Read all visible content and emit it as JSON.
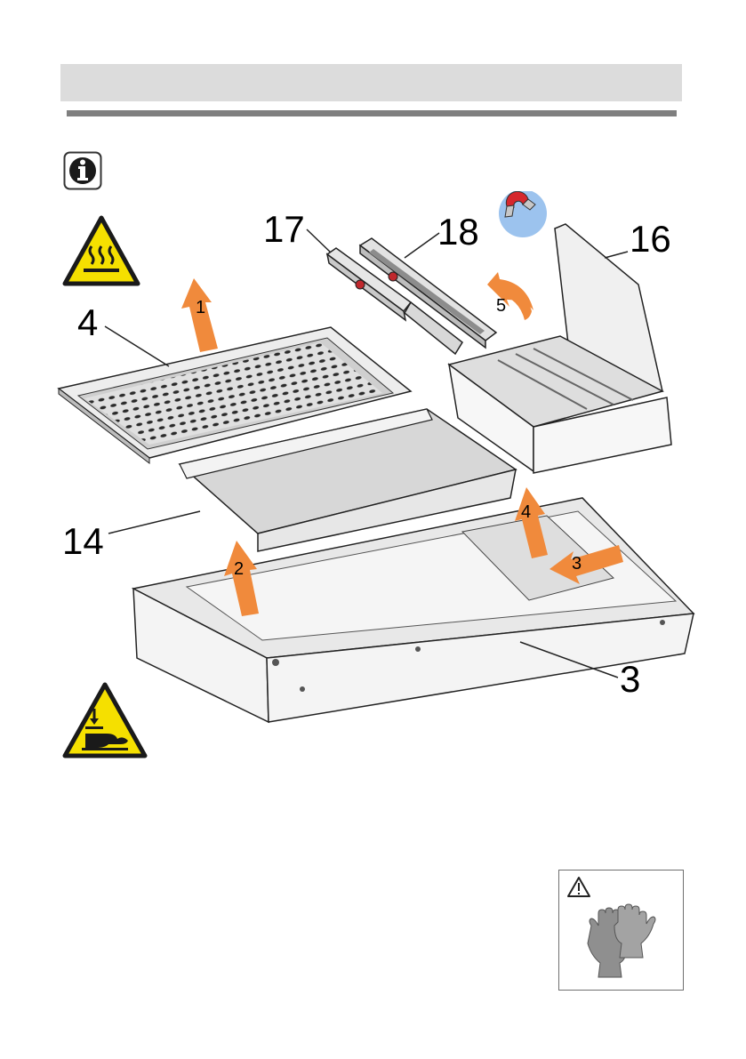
{
  "callouts": {
    "c17": "17",
    "c18": "18",
    "c16": "16",
    "c4": "4",
    "c14": "14",
    "c3": "3"
  },
  "steps": {
    "s1": "1",
    "s2": "2",
    "s3": "3",
    "s4": "4",
    "s5": "5"
  },
  "colors": {
    "arrow": "#f08a3c",
    "warning_yellow": "#f5e000",
    "header_band": "#dcdcdc",
    "header_rule": "#7f7f7f"
  },
  "icons": {
    "info": "info-icon",
    "hot_surface": "hot-surface-warning-icon",
    "hand_crush": "hand-crush-warning-icon",
    "magnet": "magnet-icon",
    "gloves": "protective-gloves-icon",
    "caution": "caution-triangle-icon"
  }
}
